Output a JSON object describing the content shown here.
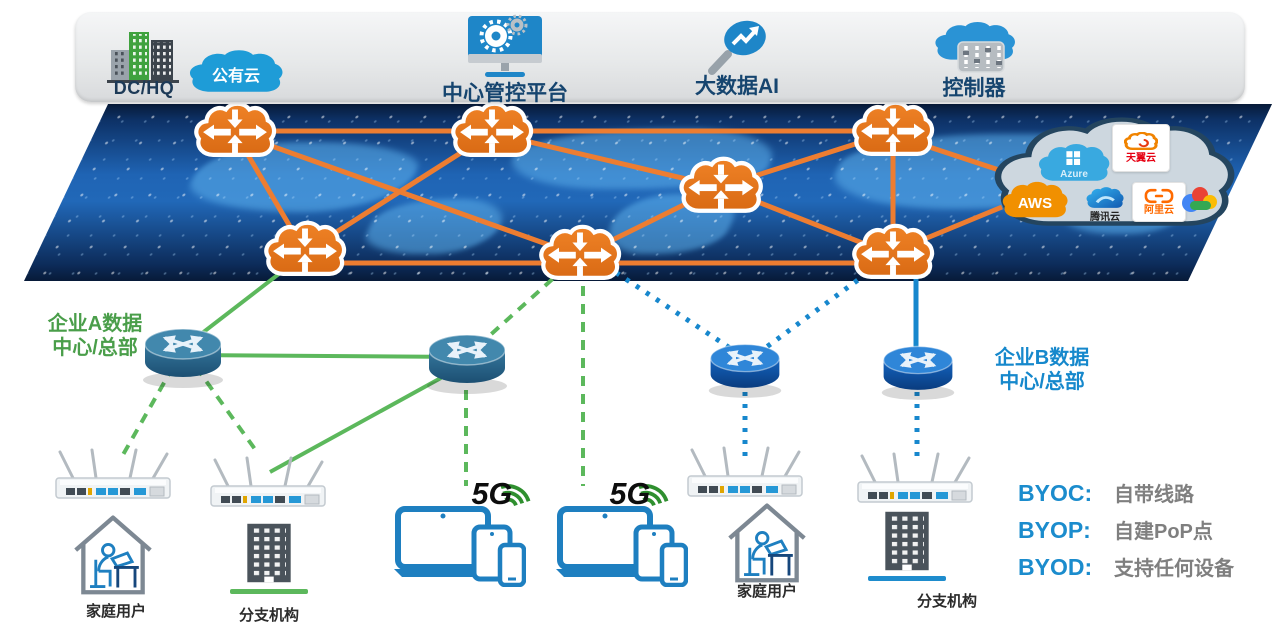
{
  "top_bar": {
    "dc_hq_label": "DC/HQ",
    "public_cloud_label": "公有云",
    "platform_label": "中心管控平台",
    "big_data_label": "大数据AI",
    "controller_label": "控制器"
  },
  "backbone": {
    "pop_count": 7,
    "provider_cluster": {
      "azure_label": "Azure",
      "aws_label": "AWS",
      "tianyi_label": "天翼云",
      "tencent_label": "腾讯云",
      "alibaba_label": "阿里云"
    }
  },
  "enterprise_a": {
    "line1": "企业A数据",
    "line2": "中心/总部"
  },
  "enterprise_b": {
    "line1": "企业B数据",
    "line2": "中心/总部"
  },
  "access": {
    "g5_label": "5G",
    "home_left_label": "家庭用户",
    "branch_left_label": "分支机构",
    "home_right_label": "家庭用户",
    "branch_right_label": "分支机构"
  },
  "legend": {
    "items": [
      {
        "term": "BYOC:",
        "desc": "自带线路"
      },
      {
        "term": "BYOP:",
        "desc": "自建PoP点"
      },
      {
        "term": "BYOD:",
        "desc": "支持任何设备"
      }
    ]
  },
  "colors": {
    "pop_orange": "#ed7d31",
    "line_green": "#5cb85c",
    "line_blue": "#1787cd",
    "map_navy": "#0d2d5c",
    "bar_gray": "#e7e9ea",
    "label_navy": "#16456f",
    "enterprise_a_green": "#4a9e4a",
    "enterprise_b_blue": "#1688cc",
    "byo_term_blue": "#1b8ccd",
    "byo_desc_gray": "#7f7f7f"
  },
  "icons": {
    "dc-hq-buildings-icon": "three city towers",
    "public-cloud-icon": "blue cloud badge",
    "management-platform-icon": "monitor with gears",
    "bigdata-ai-icon": "magnifier with trend arrow",
    "controller-icon": "cloud over equalizer panel",
    "pop-cloud-icon": "orange cloud with crossing arrows",
    "router-icon": "cylinder router with crossed arrows",
    "cpe-icon": "white CPE with four antennas",
    "home-user-icon": "house with person at laptop",
    "branch-building-icon": "office tower",
    "devices-5g-icon": "laptop tablet phone",
    "signal-5g-icon": "5G with signal arcs",
    "aws-cloud-icon": "orange AWS cloud",
    "azure-cloud-icon": "blue Azure cloud",
    "tencent-cloud-icon": "two-tone blue cloud",
    "tianyi-cloud-icon": "orange outline cloud",
    "alibaba-cloud-icon": "orange bracket logo",
    "google-cloud-icon": "multicolor cloud"
  }
}
